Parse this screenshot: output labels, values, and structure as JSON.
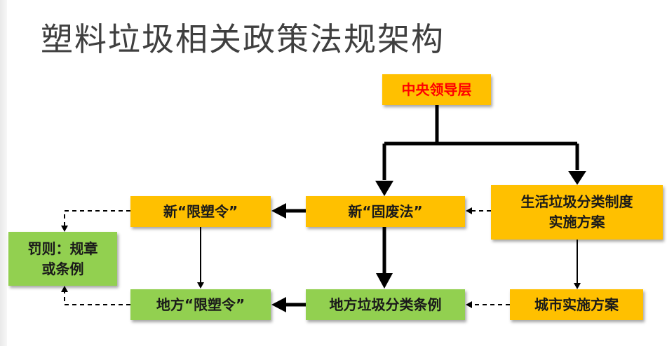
{
  "title": "塑料垃圾相关政策法规架构",
  "colors": {
    "orange_box": "#ffc000",
    "green_box": "#92d050",
    "central_text": "#ff0000",
    "title_text": "#3f3f3f"
  },
  "nodes": {
    "central": "中央领导层",
    "classification_system": "生活垃圾分类制度\n实施方案",
    "solid_waste_law": "新“固废法”",
    "plastic_limit_order": "新“限塑令”",
    "penalty": "罚则：规章\n或条例",
    "local_plastic_limit": "地方“限塑令”",
    "local_classification_regulation": "地方垃圾分类条例",
    "city_plan": "城市实施方案"
  }
}
